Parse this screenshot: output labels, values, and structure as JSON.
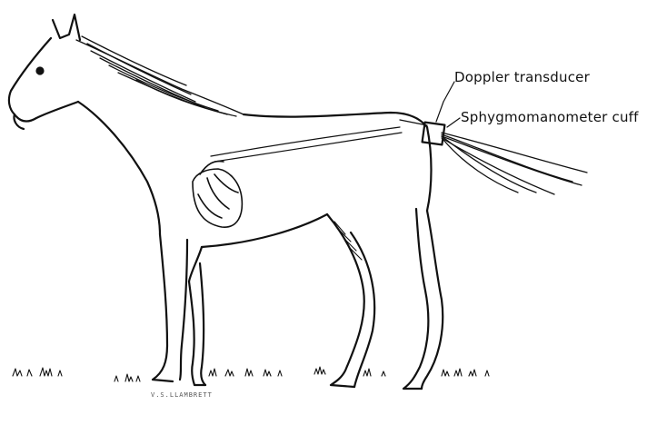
{
  "labels": {
    "doppler": "Doppler transducer",
    "cuff": "Sphygmomanometer cuff"
  },
  "signature": "V.S.LLAMBRETT",
  "colors": {
    "ink": "#111111",
    "background": "#ffffff"
  }
}
